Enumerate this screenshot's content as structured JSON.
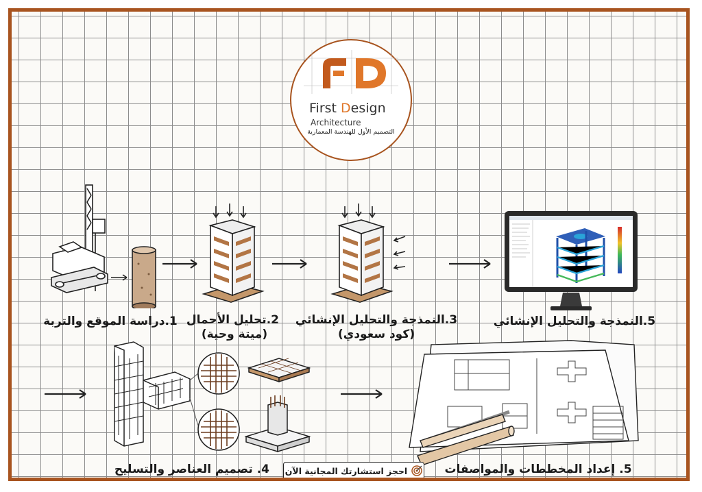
{
  "logo": {
    "monogram": "FD",
    "brand_first": "First ",
    "brand_d": "D",
    "brand_rest": "esign",
    "subtitle": "Architecture",
    "arabic_tagline": "التصميم الأول للهندسة المعمارية"
  },
  "steps": {
    "s1": "1.دراسة الموقع والتربة",
    "s2_line1": "2.تحليل الأحمال",
    "s2_line2": "(ميتة وحية)",
    "s3_line1": "3.النمذجة والتحليل الإنشائي",
    "s3_line2": "(كود سعودي)",
    "s4": "4. تصميم العناصر والتسليح",
    "s5a": "5.النمذجة والتحليل الإنشائي",
    "s5b": "5. إعداد المخططات والمواصفات"
  },
  "cta": {
    "label": "احجز استشارتك المجانية الآن",
    "icon": "target-icon"
  },
  "colors": {
    "accent": "#a8541f",
    "logo_orange": "#e0772a",
    "ink": "#1a1a1a"
  }
}
